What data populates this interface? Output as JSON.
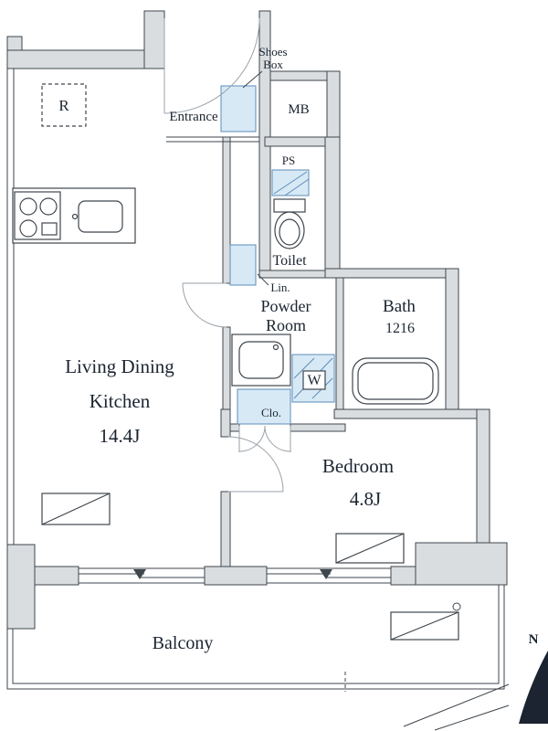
{
  "colors": {
    "wall_fill": "#d9dde0",
    "wall_stroke": "#3f464d",
    "line": "#3f464d",
    "door_line": "#9aa2a9",
    "fixture_fill": "#d8e9f6",
    "fixture_stroke": "#5b8db8",
    "text": "#1b2430"
  },
  "labels": {
    "refrigerator": "R",
    "entrance": "Entrance",
    "shoes_box_1": "Shoes",
    "shoes_box_2": "Box",
    "meter_box": "MB",
    "pipe_space": "PS",
    "toilet": "Toilet",
    "linen": "Lin.",
    "powder_1": "Powder",
    "powder_2": "Room",
    "bath": "Bath",
    "bath_size": "1216",
    "washer": "W",
    "closet": "Clo.",
    "ldk_1": "Living Dining",
    "ldk_2": "Kitchen",
    "ldk_size": "14.4J",
    "bedroom": "Bedroom",
    "bedroom_size": "4.8J",
    "balcony": "Balcony",
    "compass_north": "N"
  }
}
